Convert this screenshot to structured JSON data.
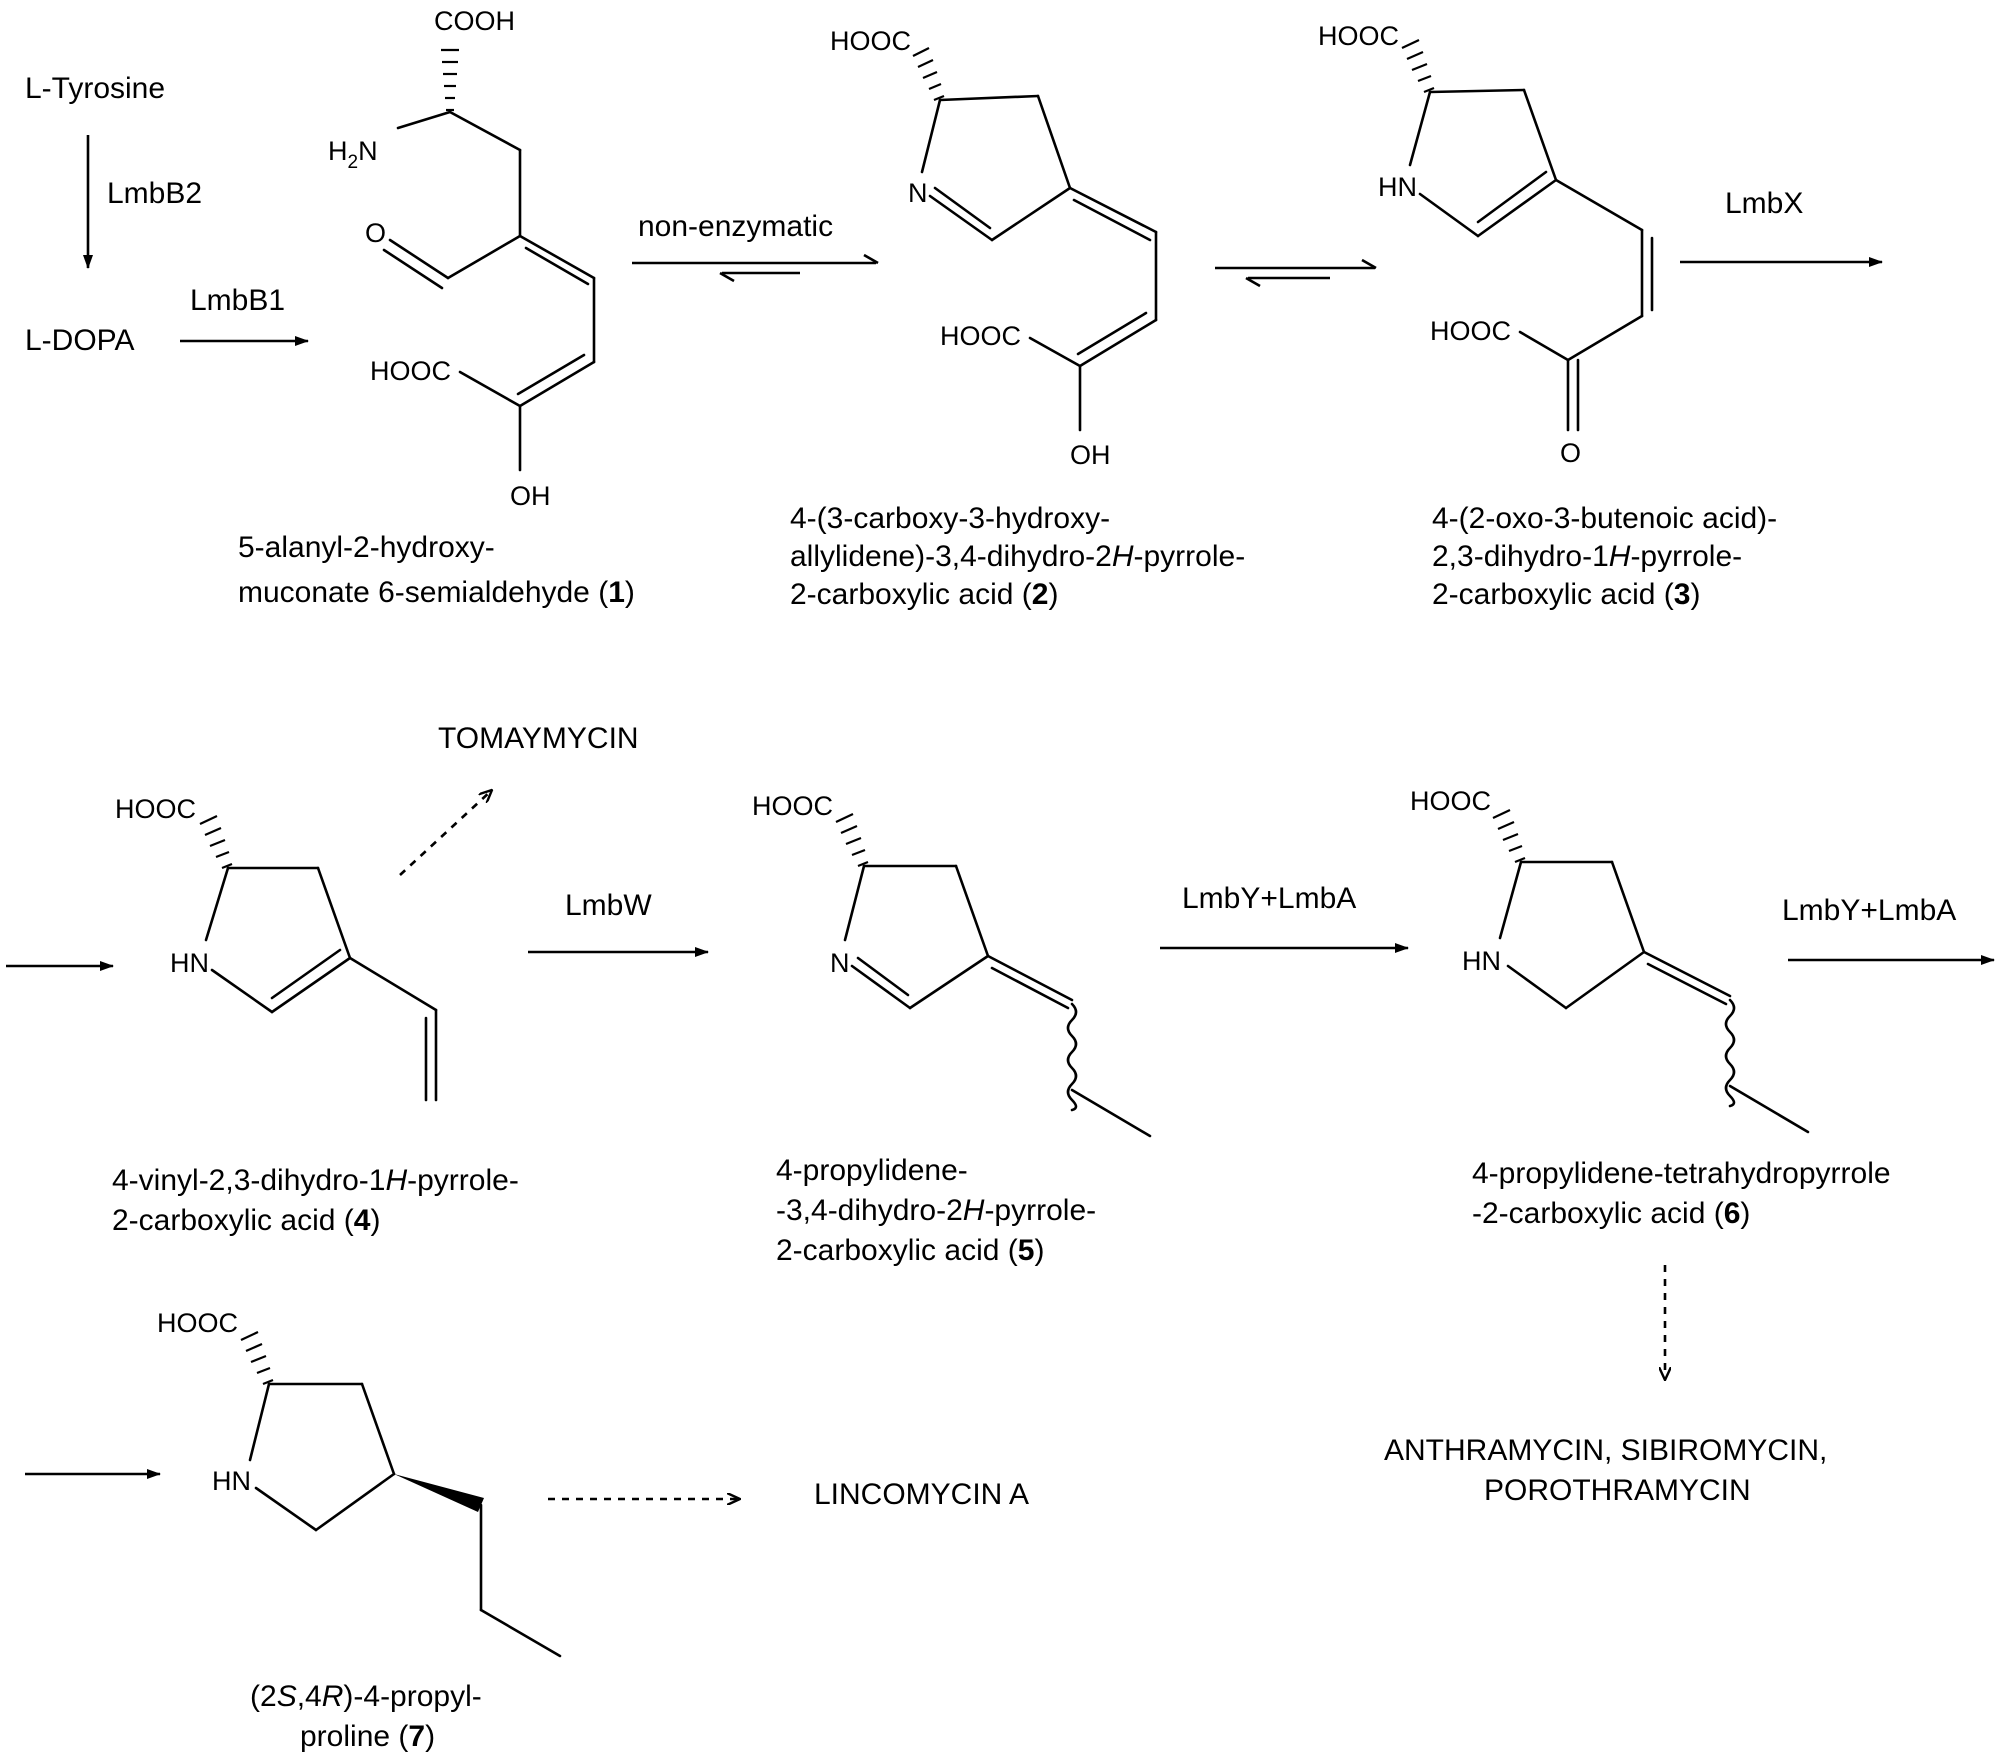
{
  "start": {
    "tyrosine": "L-Tyrosine",
    "dopa": "L-DOPA"
  },
  "enzymes": {
    "lmbB2": "LmbB2",
    "lmbB1": "LmbB1",
    "nonenzymatic": "non-enzymatic",
    "lmbX": "LmbX",
    "lmbW": "LmbW",
    "lmbYA1": "LmbY+LmbA",
    "lmbYA2": "LmbY+LmbA"
  },
  "atoms": {
    "cooh": "COOH",
    "hooc": "HOOC",
    "h2n_h": "H",
    "h2n_sub": "2",
    "h2n_n": "N",
    "o": "O",
    "oh": "OH",
    "n": "N",
    "hn": "HN"
  },
  "compounds": {
    "c1": {
      "line1": "5-alanyl-2-hydroxy-",
      "line2a": "muconate 6-semialdehyde (",
      "num": "1",
      "close": ")"
    },
    "c2": {
      "line1": "4-(3-carboxy-3-hydroxy-",
      "line2a": "allylidene)-3,4-dihydro-2",
      "line2i": "H",
      "line2b": "-pyrrole-",
      "line3a": "2-carboxylic acid (",
      "num": "2",
      "close": ")"
    },
    "c3": {
      "line1": "4-(2-oxo-3-butenoic acid)-",
      "line2a": "2,3-dihydro-1",
      "line2i": "H",
      "line2b": "-pyrrole-",
      "line3a": "2-carboxylic acid (",
      "num": "3",
      "close": ")"
    },
    "c4": {
      "line1a": "4-vinyl-2,3-dihydro-1",
      "line1i": "H",
      "line1b": "-pyrrole-",
      "line2a": "2-carboxylic acid (",
      "num": "4",
      "close": ")"
    },
    "c5": {
      "line1": "4-propylidene-",
      "line2a": "-3,4-dihydro-2",
      "line2i": "H",
      "line2b": "-pyrrole-",
      "line3a": "2-carboxylic acid (",
      "num": "5",
      "close": ")"
    },
    "c6": {
      "line1": "4-propylidene-tetrahydropyrrole",
      "line2a": "-2-carboxylic acid (",
      "num": "6",
      "close": ")"
    },
    "c7": {
      "line1a": "(2",
      "line1i1": "S",
      "line1b": ",4",
      "line1i2": "R",
      "line1c": ")-4-propyl-",
      "line2a": "proline (",
      "num": "7",
      "close": ")"
    }
  },
  "products": {
    "tomaymycin": "TOMAYMYCIN",
    "lincomycin": "LINCOMYCIN  A",
    "others_line1": "ANTHRAMYCIN, SIBIROMYCIN,",
    "others_line2": "POROTHRAMYCIN"
  }
}
